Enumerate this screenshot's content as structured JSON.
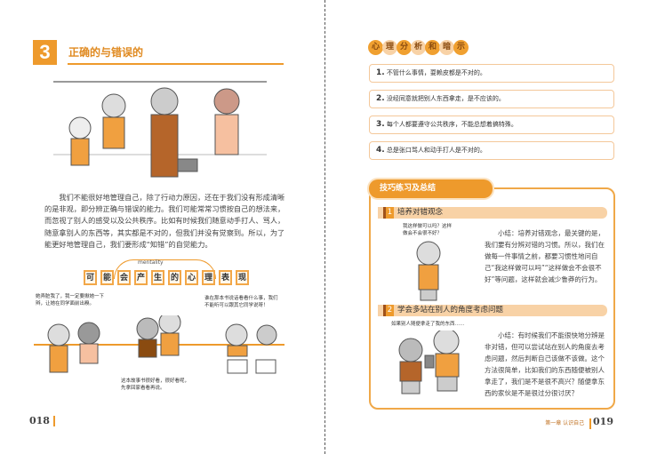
{
  "left": {
    "section_number": "3",
    "title": "正确的与错误的",
    "paragraph": "我们不能很好地管理自己，除了行动力原因，还在于我们没有形成清晰的是非观，即分辨正确与错误的能力。我们可能常常习惯按自己的想法来，而忽视了别人的感受以及公共秩序。比如有时候我们随意动手打人、骂人，随意拿别人的东西等，其实都是不对的，但我们并没有觉察到。所以，为了能更好地管理自己，我们要形成“知错”的自觉能力。",
    "mentality_label": "mentality",
    "heading_chars": [
      "可",
      "能",
      "会",
      "产",
      "生",
      "的",
      "心",
      "理",
      "表",
      "现"
    ],
    "captions": [
      "她弄脏我了，我一定要揪她一下辫，让她在同学面前出糗。",
      "这本故事书很好看，很好看呢，先拿回家看看再说。",
      "谁在那本书说话看看什么事，我们不能听可以跟其它同学说呀！"
    ],
    "page_number": "018"
  },
  "right": {
    "header_chars": [
      "心",
      "理",
      "分",
      "析",
      "和",
      "暗",
      "示"
    ],
    "tips": [
      {
        "num": "1.",
        "text": "不管什么事情，耍赖皮都是不对的。"
      },
      {
        "num": "2.",
        "text": "没经同意就把别人东西拿走，是不应该的。"
      },
      {
        "num": "3.",
        "text": "每个人都要遵守公共秩序，不能总想着搞特殊。"
      },
      {
        "num": "4.",
        "text": "总是张口骂人和动手打人是不对的。"
      }
    ],
    "skills_title": "技巧练习及总结",
    "sections": [
      {
        "num": "1",
        "title": "培养对错观念",
        "bubble": "我这样做可以吗？这样做会不会很不好？",
        "text": "小结：培养对错观念，最关键的是，我们要有分辨对错的习惯。所以，我们在做每一件事情之前，都要习惯性地问自己“我这样做可以吗”“这样做会不会很不好”等问题，这样就会减少鲁莽的行为。"
      },
      {
        "num": "2",
        "title": "学会多站在别人的角度考虑问题",
        "bubble": "如果别人随便拿走了我的东西……",
        "text": "小结：有时候我们不能很快地分辨是非对错，但可以尝试站在别人的角度去考虑问题，然后判断自己该做不该做。这个方法很简单，比如我们的东西随便被别人拿走了，我们是不是很不高兴？随便拿东西的家伙是不是很过分很讨厌？"
      }
    ],
    "footer_chapter": "第一章",
    "footer_title": "认识自己",
    "page_number": "019"
  },
  "colors": {
    "accent": "#ee9a2c",
    "light": "#f8d2a6"
  }
}
